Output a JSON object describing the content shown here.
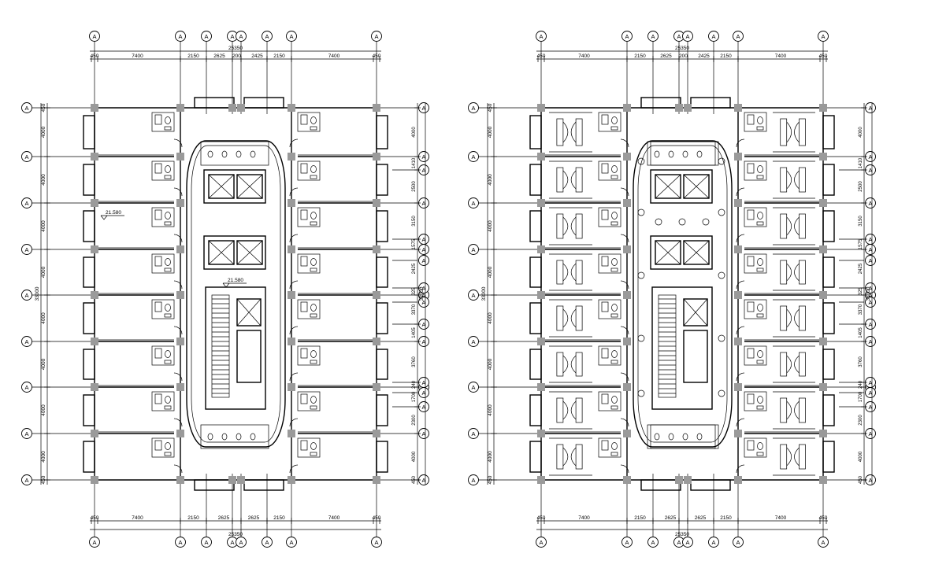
{
  "sheet": {
    "background": "#ffffff",
    "line_color": "#000000",
    "column_fill": "#9a9a9a"
  },
  "plans": [
    {
      "id": "left",
      "variant": "architectural",
      "axis_label": "A",
      "top_total": "25350",
      "bottom_total": "25350",
      "top_dims": [
        "450",
        "7400",
        "2150",
        "2625",
        "200",
        "2425",
        "2150",
        "7400",
        "450"
      ],
      "bottom_dims": [
        "450",
        "7400",
        "2150",
        "2625",
        "2625",
        "2150",
        "7400",
        "450"
      ],
      "left_total": "33000",
      "left_dims": [
        "450",
        "4000",
        "4000",
        "4000",
        "4000",
        "4000",
        "4000",
        "4000",
        "4000",
        "450"
      ],
      "right_total": "33000",
      "right_dims": [
        "4000",
        "1410",
        "2500",
        "3150",
        "1575",
        "2425",
        "325",
        "3370",
        "1405",
        "3760",
        "240",
        "1700",
        "2300",
        "4000",
        "450"
      ],
      "elevation_labels": [
        "21.580",
        "21.580"
      ]
    },
    {
      "id": "right",
      "variant": "electrical",
      "axis_label": "A",
      "top_total": "25350",
      "bottom_total": "25350",
      "top_dims": [
        "450",
        "7400",
        "2150",
        "2625",
        "200",
        "2425",
        "2150",
        "7400",
        "450"
      ],
      "bottom_dims": [
        "450",
        "7400",
        "2150",
        "2625",
        "2625",
        "2150",
        "7400",
        "450"
      ],
      "left_total": "33000",
      "left_dims": [
        "450",
        "4000",
        "4000",
        "4000",
        "4000",
        "4000",
        "4000",
        "4000",
        "4000",
        "450"
      ],
      "right_total": "33000",
      "right_dims": [
        "4000",
        "1410",
        "2500",
        "3150",
        "1575",
        "2425",
        "325",
        "3370",
        "1405",
        "3760",
        "240",
        "1700",
        "2300",
        "4000",
        "450"
      ],
      "elevation_labels": []
    }
  ]
}
